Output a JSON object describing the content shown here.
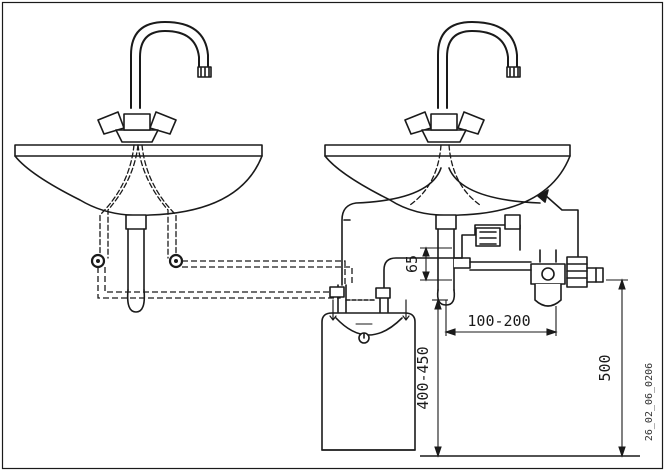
{
  "dimensions": {
    "d65": "65",
    "d100_200": "100-200",
    "d400_450": "400-450",
    "d500": "500"
  },
  "reference": "26_02_06_0206",
  "colors": {
    "line": "#1a1a1a",
    "fill": "#ffffff",
    "background": "#ffffff"
  }
}
